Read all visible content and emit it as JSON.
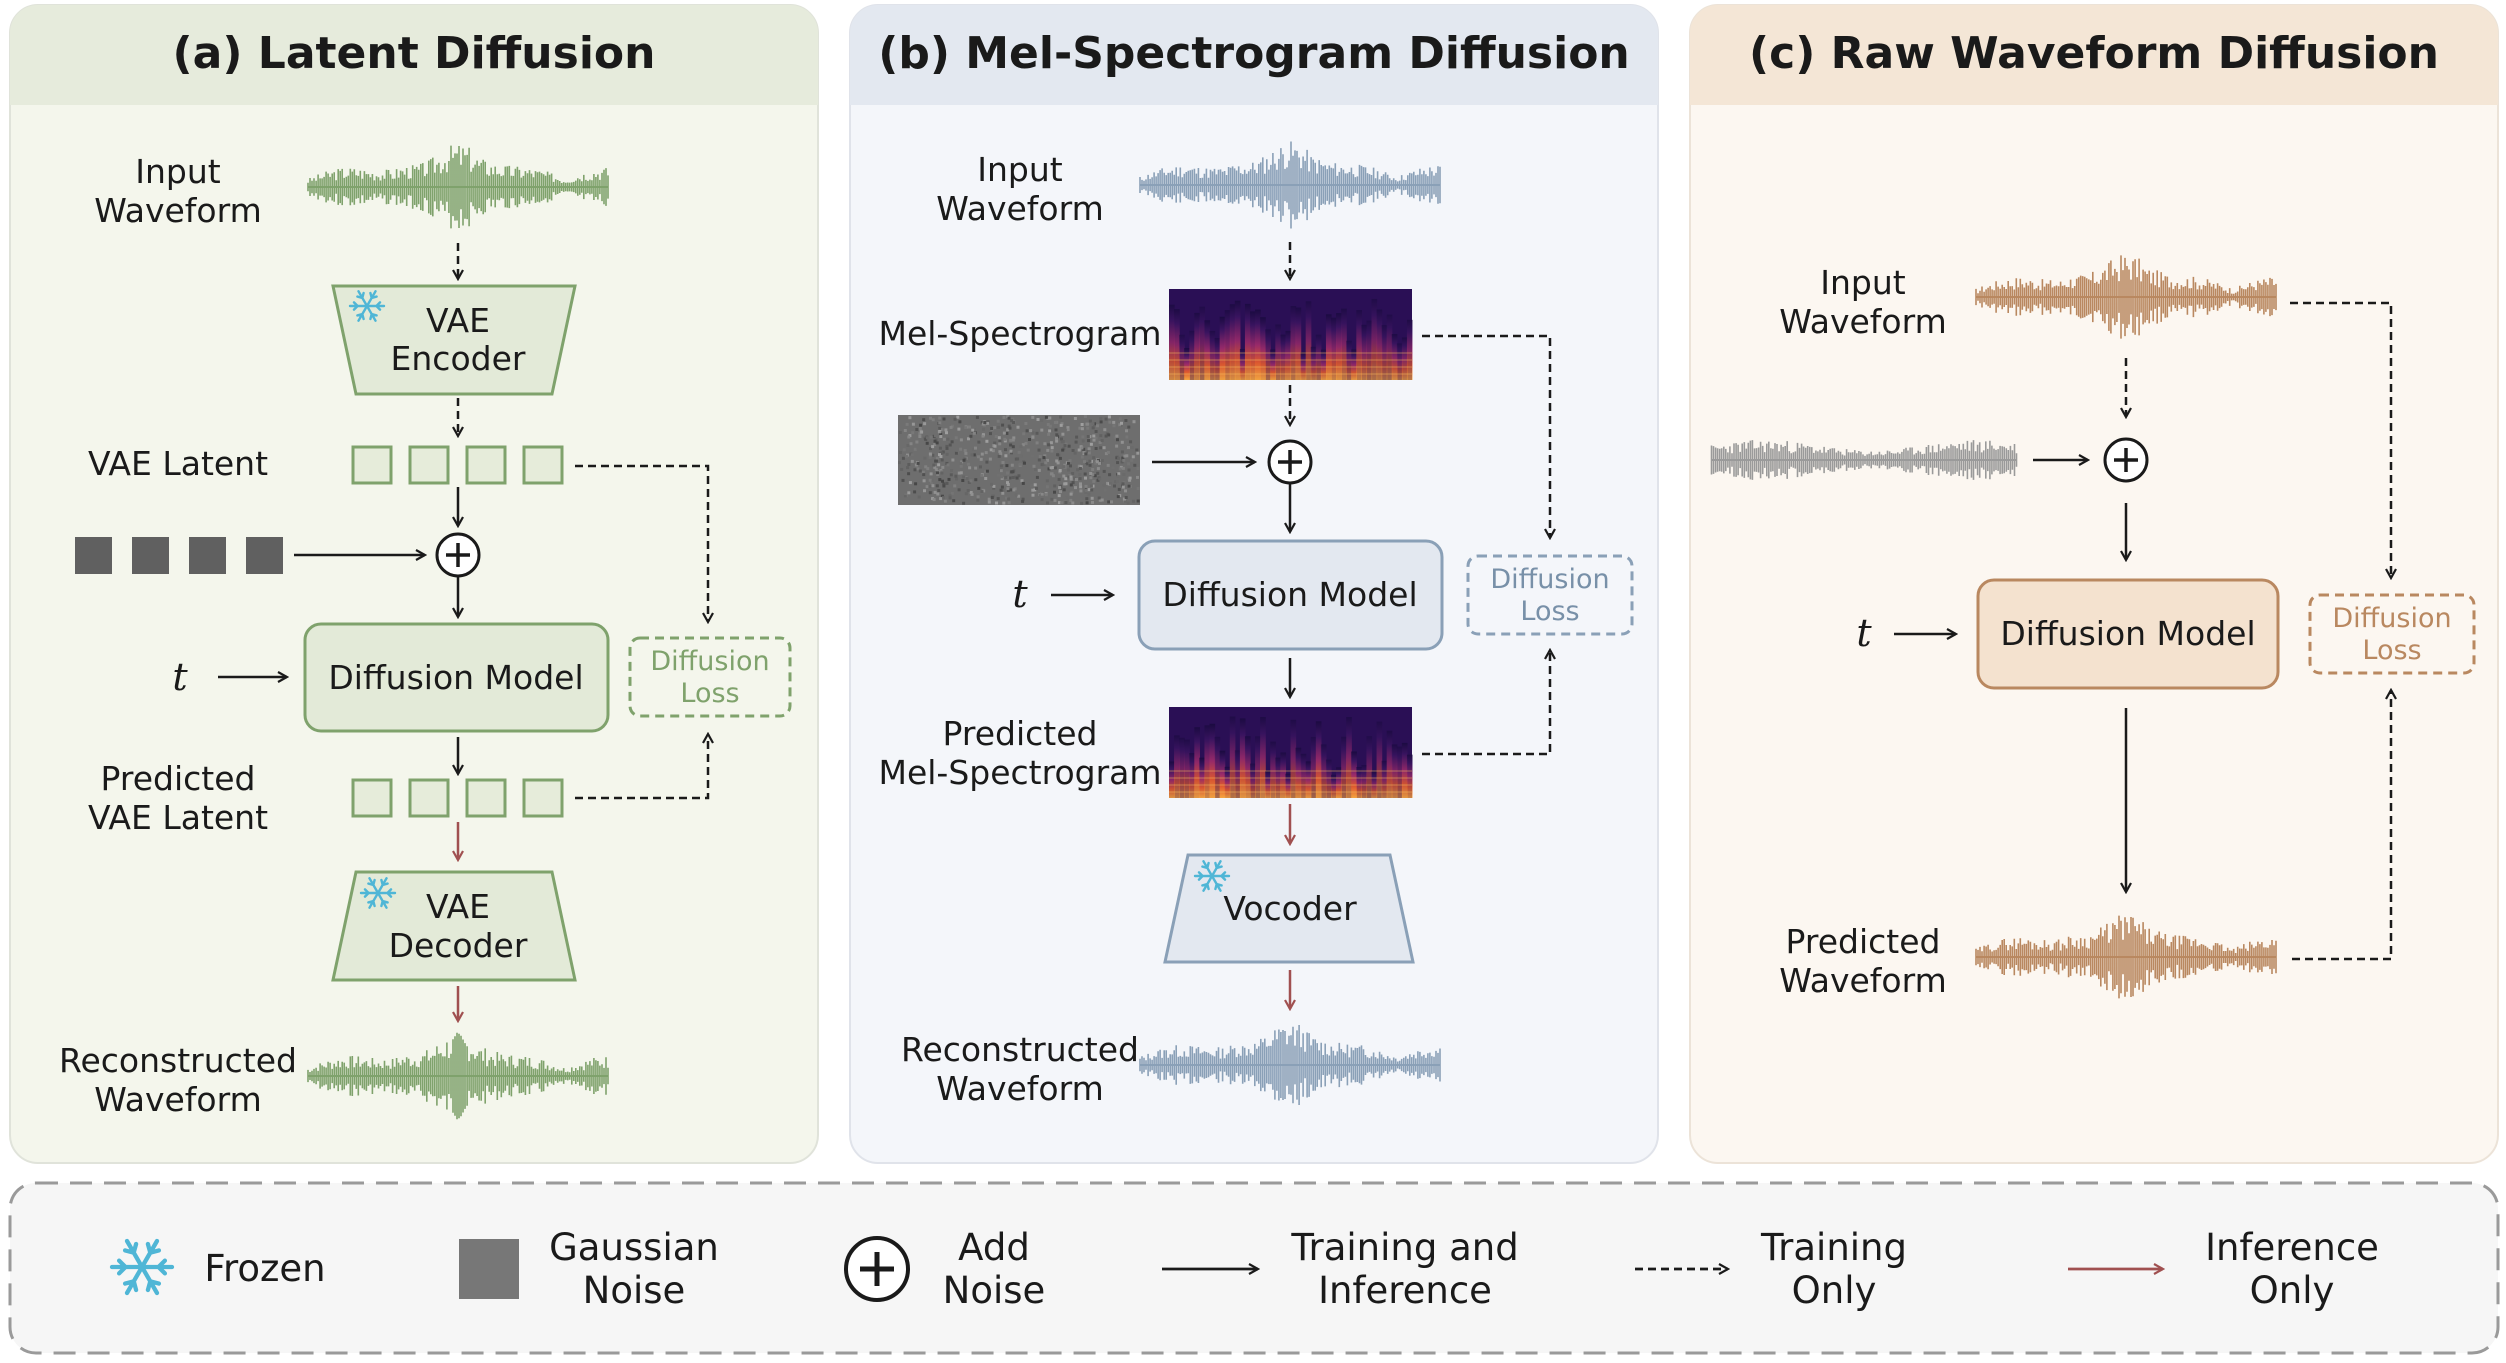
{
  "panels": {
    "a": {
      "title": "(a) Latent Diffusion",
      "input_label": [
        "Input",
        "Waveform"
      ],
      "encoder_label": [
        "VAE",
        "Encoder"
      ],
      "latent_label": "VAE Latent",
      "t_label": "t",
      "model_label": "Diffusion Model",
      "loss_label": [
        "Diffusion",
        "Loss"
      ],
      "pred_label": [
        "Predicted",
        "VAE Latent"
      ],
      "decoder_label": [
        "VAE",
        "Decoder"
      ],
      "recon_label": [
        "Reconstructed",
        "Waveform"
      ]
    },
    "b": {
      "title": "(b) Mel-Spectrogram Diffusion",
      "input_label": [
        "Input",
        "Waveform"
      ],
      "mel_label": "Mel-Spectrogram",
      "t_label": "t",
      "model_label": "Diffusion Model",
      "loss_label": [
        "Diffusion",
        "Loss"
      ],
      "pred_label": [
        "Predicted",
        "Mel-Spectrogram"
      ],
      "vocoder_label": "Vocoder",
      "recon_label": [
        "Reconstructed",
        "Waveform"
      ]
    },
    "c": {
      "title": "(c) Raw Waveform Diffusion",
      "input_label": [
        "Input",
        "Waveform"
      ],
      "t_label": "t",
      "model_label": "Diffusion Model",
      "loss_label": [
        "Diffusion",
        "Loss"
      ],
      "pred_label": [
        "Predicted",
        "Waveform"
      ]
    }
  },
  "legend": {
    "frozen": "Frozen",
    "noise": [
      "Gaussian",
      "Noise"
    ],
    "add": [
      "Add",
      "Noise"
    ],
    "train_inf": [
      "Training and",
      "Inference"
    ],
    "train_only": [
      "Training",
      "Only"
    ],
    "inf_only": [
      "Inference",
      "Only"
    ]
  },
  "colors": {
    "panel_a_bg": "#f4f6ec",
    "panel_a_header": "#e6ebdc",
    "panel_b_bg": "#f4f6fa",
    "panel_b_header": "#e3e8f0",
    "panel_c_bg": "#fcf7f1",
    "panel_c_header": "#f4e6d6",
    "green": "#7fa26c",
    "blue": "#8aa0b7",
    "brown": "#b98860",
    "inference_arrow": "#a05050",
    "frozen_icon": "#4fb6d6"
  }
}
